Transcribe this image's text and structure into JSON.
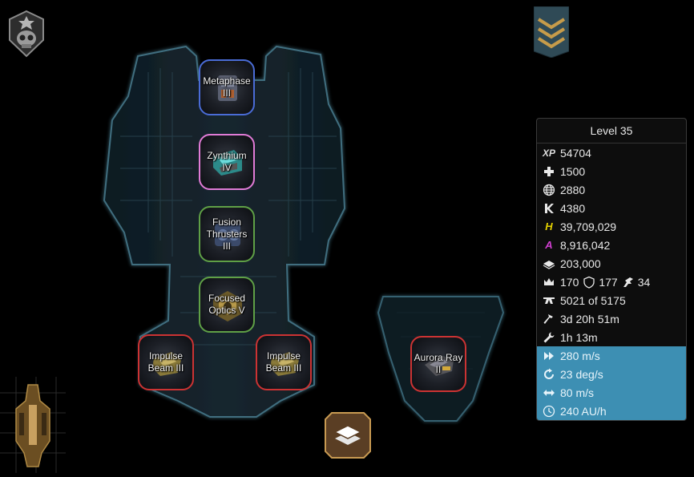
{
  "slots": [
    {
      "label": "Metaphase III",
      "color": "#4a6cd6"
    },
    {
      "label": "Zynthium IV",
      "color": "#e07bd6"
    },
    {
      "label": "Fusion Thrusters III",
      "color": "#5fa046"
    },
    {
      "label": "Focused Optics V",
      "color": "#5fa046"
    },
    {
      "label": "Impulse Beam III",
      "color": "#cc3333"
    },
    {
      "label": "Impulse Beam III",
      "color": "#cc3333"
    },
    {
      "label": "Aurora Ray II",
      "color": "#cc3333"
    }
  ],
  "stats": {
    "level": "Level 35",
    "xp_label": "XP",
    "xp": "54704",
    "health": "1500",
    "globe": "2880",
    "k_value": "4380",
    "h_label": "H",
    "h_value": "39,709,029",
    "a_label": "A",
    "a_value": "8,916,042",
    "layers": "203,000",
    "crown": "170",
    "shield": "177",
    "wing": "34",
    "capacity": "5021 of 5175",
    "build_time": "3d 20h 51m",
    "repair_time": "1h 13m",
    "speed": "280 m/s",
    "rotation": "23 deg/s",
    "strafe": "80 m/s",
    "warp": "240 AU/h"
  },
  "icons": {
    "faction": "skull-emblem-icon",
    "rank": "rank-chevrons-icon",
    "layers_button": "layers-icon",
    "thumbnail": "ship-thumbnail"
  }
}
